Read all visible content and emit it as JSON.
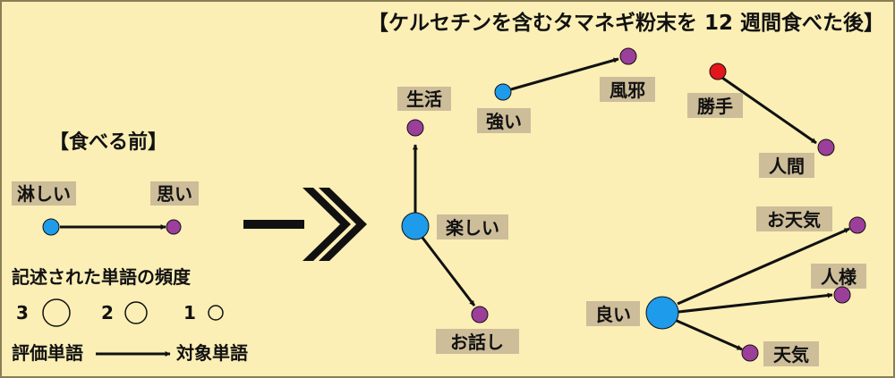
{
  "after": {
    "title": "【ケルセチンを含むタマネギ粉末を 12 週間食べた後】",
    "words": {
      "seikatsu": "生活",
      "tanoshii": "楽しい",
      "ohanashi": "お話し",
      "tsuyoi": "強い",
      "kaze": "風邪",
      "katte": "勝手",
      "ningen": "人間",
      "otenki": "お天気",
      "hitosama": "人様",
      "yoi": "良い",
      "tenki": "天気"
    }
  },
  "before": {
    "title": "【食べる前】",
    "words": {
      "sabishii": "淋しい",
      "omoi": "思い"
    }
  },
  "legend": {
    "frequency_title": "記述された単語の頻度",
    "freq3": "3",
    "freq2": "2",
    "freq1": "1",
    "evaluation_word": "評価単語",
    "target_word": "対象単語"
  },
  "colors": {
    "background": "#fbefb6",
    "evaluation_node": "#1e9bea",
    "target_node": "#9b3f9a",
    "highlight_node": "#e3161b",
    "label_bg": "#cdbd99",
    "arrow": "#111111"
  }
}
